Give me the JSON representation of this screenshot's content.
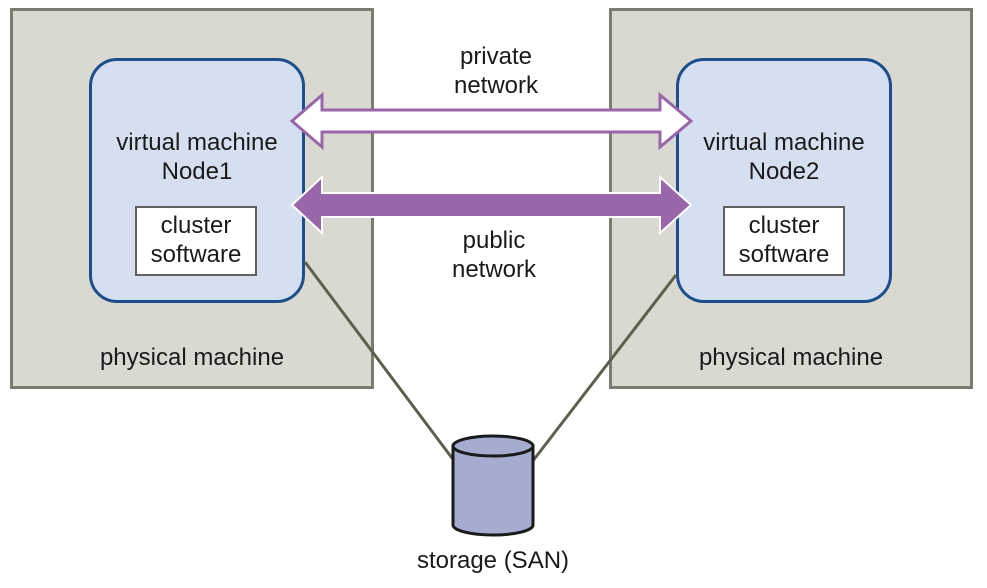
{
  "diagram": {
    "left_machine": {
      "physical_label": "physical machine",
      "vm_label_line1": "virtual machine",
      "vm_label_line2": "Node1",
      "software_line1": "cluster",
      "software_line2": "software"
    },
    "right_machine": {
      "physical_label": "physical machine",
      "vm_label_line1": "virtual machine",
      "vm_label_line2": "Node2",
      "software_line1": "cluster",
      "software_line2": "software"
    },
    "private_network": {
      "line1": "private",
      "line2": "network"
    },
    "public_network": {
      "line1": "public",
      "line2": "network"
    },
    "storage": {
      "label": "storage (SAN)"
    },
    "colors": {
      "physical_fill": "#d9d9d1",
      "physical_border": "#7b7b70",
      "vm_fill": "#d6dff0",
      "vm_border": "#1c4f8c",
      "private_arrow_stroke": "#9966aa",
      "public_arrow_fill": "#9966aa",
      "storage_fill": "#a5acd0",
      "san_line": "#5f5f4e"
    }
  }
}
